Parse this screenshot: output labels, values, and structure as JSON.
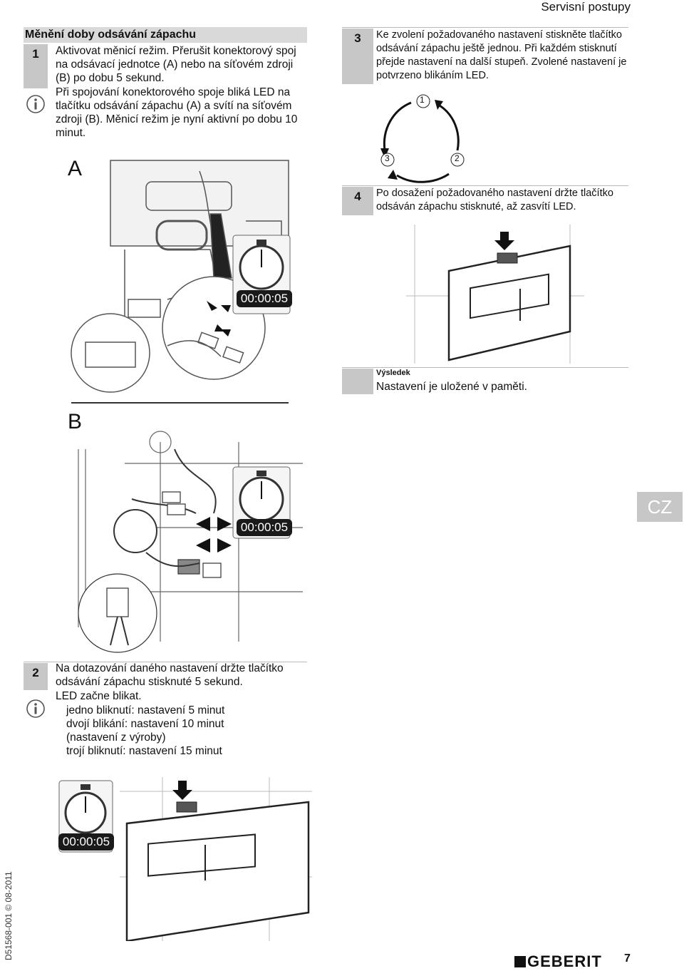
{
  "header": {
    "section": "Servisní postupy"
  },
  "title": "Měnění doby odsávání zápachu",
  "steps": {
    "s1": {
      "num": "1",
      "text": "Aktivovat měnicí režim. Přerušit konektorový spoj na odsávací jednotce (A) nebo na síťovém zdroji (B) po dobu 5 sekund."
    },
    "s1_info": "Při spojování konektorového spoje bliká LED na tlačítku odsávání zápachu (A) a svítí na síťovém zdroji (B). Měnicí režim je nyní aktivní po dobu 10 minut.",
    "s2": {
      "num": "2",
      "text": "Na dotazování daného nastavení držte tlačítko odsávání zápachu stisknuté 5 sekund."
    },
    "s2_info": {
      "lead": "LED začne blikat.",
      "l1": "jedno bliknutí: nastavení 5 minut",
      "l2": "dvojí blikání: nastavení 10 minut",
      "l3": "(nastavení z výroby)",
      "l4": "trojí bliknutí: nastavení 15 minut"
    },
    "s3": {
      "num": "3",
      "text": "Ke zvolení požadovaného nastavení stiskněte tlačítko odsávání zápachu ještě jednou. Při každém stisknutí přejde nastavení na další stupeň. Zvolené nastavení je potvrzeno blikáním LED."
    },
    "s4": {
      "num": "4",
      "text": "Po dosažení požadovaného nastavení držte tlačítko odsáván zápachu stisknuté, až zasvítí LED."
    },
    "result": {
      "label": "Výsledek",
      "text": "Nastavení je uložené v paměti."
    }
  },
  "figures": {
    "label_a": "A",
    "label_b": "B",
    "timer": "00:00:05",
    "cycle": [
      "1",
      "2",
      "3"
    ]
  },
  "lang_tab": "CZ",
  "footer": {
    "doc": "D51568-001 © 08-2011",
    "brand": "GEBERIT",
    "page": "7"
  },
  "icons": [
    "info-icon",
    "stopwatch-icon",
    "arrow-icon",
    "cycle-icon"
  ]
}
